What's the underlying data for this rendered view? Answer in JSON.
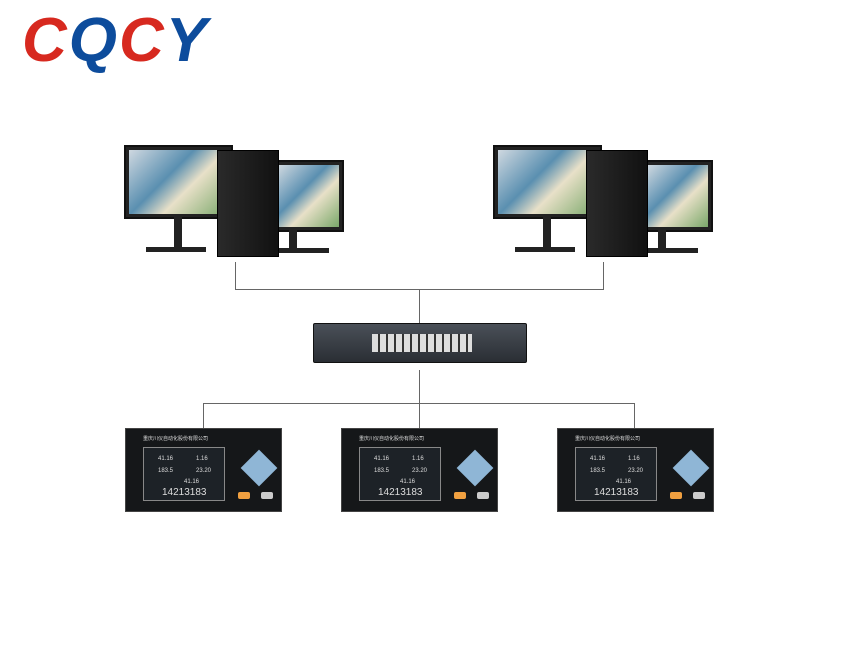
{
  "logo": {
    "letters": [
      "C",
      "Q",
      "C",
      "Y"
    ],
    "colors": [
      "#d7291f",
      "#0d4c9c",
      "#d7291f",
      "#0d4c9c"
    ]
  },
  "recorder": {
    "brand": "重庆川仪自动化股份有限公司",
    "values": [
      "41.16",
      "1.16",
      "183.5",
      "23.20",
      "41.16"
    ],
    "total": "14213183"
  },
  "colors": {
    "line": "#666666",
    "switch": "#3a3f46",
    "device": "#151719"
  }
}
